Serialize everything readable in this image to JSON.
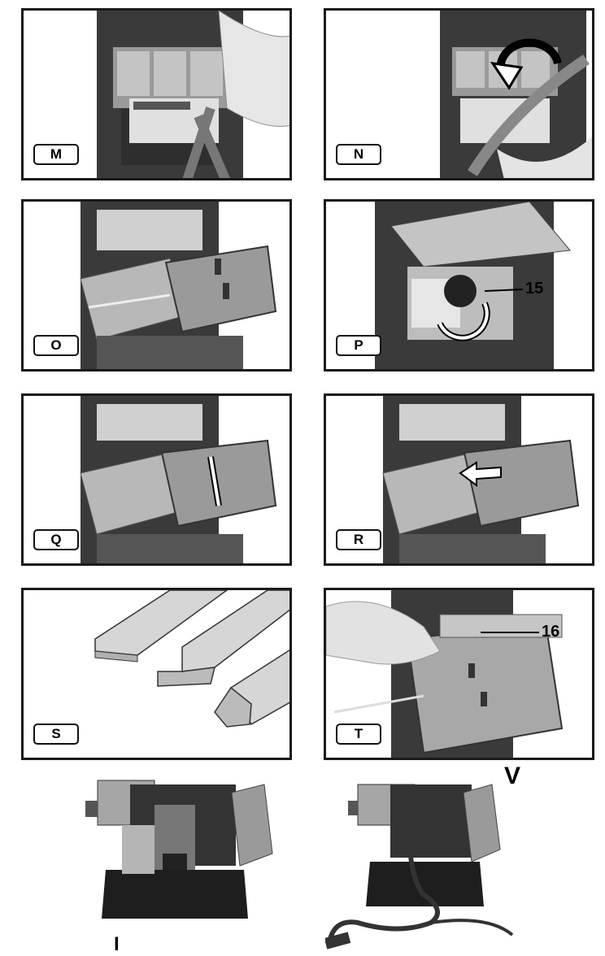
{
  "panels": {
    "m": {
      "label": "M"
    },
    "n": {
      "label": "N"
    },
    "o": {
      "label": "O"
    },
    "p": {
      "label": "P",
      "callout": "15"
    },
    "q": {
      "label": "Q"
    },
    "r": {
      "label": "R"
    },
    "s": {
      "label": "S"
    },
    "t": {
      "label": "T",
      "callout": "16"
    }
  },
  "bottom": {
    "left_label": "I",
    "right_label": "V"
  },
  "colors": {
    "frame": "#1a1a1a",
    "dark": "#3a3a3a",
    "mid": "#8a8a8a",
    "light": "#c8c8c8"
  }
}
